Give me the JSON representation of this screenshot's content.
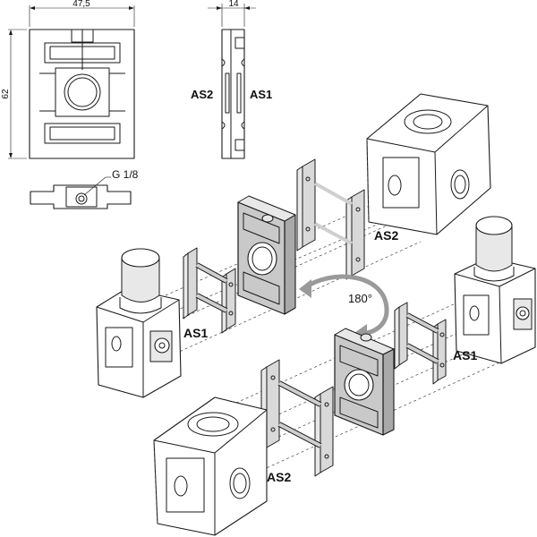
{
  "dimensions": {
    "width": "47,5",
    "height": "62",
    "depth": "14",
    "thread": "G 1/8"
  },
  "labels": {
    "as1": "AS1",
    "as2": "AS2",
    "rotation": "180°"
  },
  "colors": {
    "line": "#1a1a1a",
    "plate": "#c9c9c9",
    "bracket": "#d9d9d9"
  }
}
